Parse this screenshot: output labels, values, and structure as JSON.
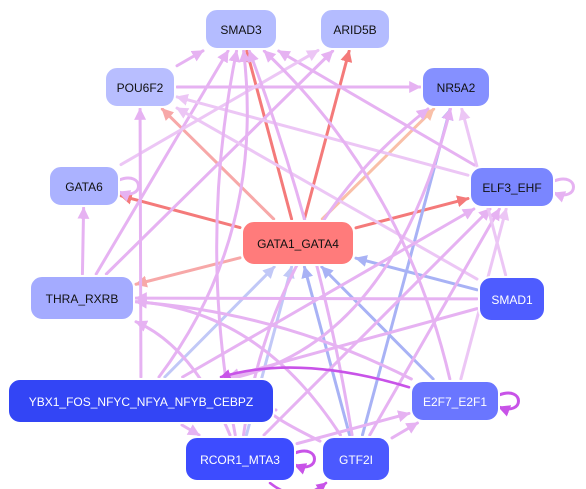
{
  "graph": {
    "nodes": [
      {
        "id": "SMAD3",
        "label": "SMAD3",
        "fill": "#b4bcff",
        "text": "#111111"
      },
      {
        "id": "ARID5B",
        "label": "ARID5B",
        "fill": "#b4bcff",
        "text": "#111111"
      },
      {
        "id": "POU6F2",
        "label": "POU6F2",
        "fill": "#b8beff",
        "text": "#111111"
      },
      {
        "id": "NR5A2",
        "label": "NR5A2",
        "fill": "#8590ff",
        "text": "#111111"
      },
      {
        "id": "GATA6",
        "label": "GATA6",
        "fill": "#abb2ff",
        "text": "#111111"
      },
      {
        "id": "ELF3_EHF",
        "label": "ELF3_EHF",
        "fill": "#7a86ff",
        "text": "#111111"
      },
      {
        "id": "GATA1_GATA4",
        "label": "GATA1_GATA4",
        "fill": "#ff7b7b",
        "text": "#111111"
      },
      {
        "id": "THRA_RXRB",
        "label": "THRA_RXRB",
        "fill": "#a4abff",
        "text": "#111111"
      },
      {
        "id": "SMAD1",
        "label": "SMAD1",
        "fill": "#4e5cff",
        "text": "#ffffff"
      },
      {
        "id": "YBX1",
        "label": "YBX1_FOS_NFYC_NFYA_NFYB_CEBPZ",
        "fill": "#3345f5",
        "text": "#ffffff"
      },
      {
        "id": "E2F7_E2F1",
        "label": "E2F7_E2F1",
        "fill": "#6a76ff",
        "text": "#ffffff"
      },
      {
        "id": "RCOR1_MTA3",
        "label": "RCOR1_MTA3",
        "fill": "#3d4cff",
        "text": "#ffffff"
      },
      {
        "id": "GTF2I",
        "label": "GTF2I",
        "fill": "#4b59ff",
        "text": "#ffffff"
      }
    ],
    "edges": [
      {
        "from": "GATA1_GATA4",
        "to": "ARID5B",
        "kind": "red",
        "curve": 0
      },
      {
        "from": "GATA1_GATA4",
        "to": "SMAD3",
        "kind": "red",
        "curve": 0
      },
      {
        "from": "GATA1_GATA4",
        "to": "POU6F2",
        "kind": "red-light",
        "curve": 0
      },
      {
        "from": "GATA1_GATA4",
        "to": "GATA6",
        "kind": "red",
        "curve": 0
      },
      {
        "from": "GATA1_GATA4",
        "to": "ELF3_EHF",
        "kind": "red",
        "curve": 0
      },
      {
        "from": "GATA1_GATA4",
        "to": "THRA_RXRB",
        "kind": "red-light",
        "curve": 0
      },
      {
        "from": "GATA1_GATA4",
        "to": "NR5A2",
        "kind": "orange-light",
        "curve": 0
      },
      {
        "from": "SMAD1",
        "to": "GATA1_GATA4",
        "kind": "blue",
        "curve": 0
      },
      {
        "from": "GTF2I",
        "to": "GATA1_GATA4",
        "kind": "blue",
        "curve": 0
      },
      {
        "from": "YBX1",
        "to": "GATA1_GATA4",
        "kind": "blue-light",
        "curve": 0
      },
      {
        "from": "E2F7_E2F1",
        "to": "GATA1_GATA4",
        "kind": "blue",
        "curve": 0
      },
      {
        "from": "GTF2I",
        "to": "NR5A2",
        "kind": "blue",
        "curve": 0
      },
      {
        "from": "RCOR1_MTA3",
        "to": "GATA1_GATA4",
        "kind": "blue-light",
        "curve": 0
      },
      {
        "from": "POU6F2",
        "to": "NR5A2",
        "kind": "violet",
        "curve": 0
      },
      {
        "from": "POU6F2",
        "to": "SMAD3",
        "kind": "violet",
        "curve": 0
      },
      {
        "from": "THRA_RXRB",
        "to": "GATA6",
        "kind": "violet",
        "curve": 0
      },
      {
        "from": "THRA_RXRB",
        "to": "SMAD3",
        "kind": "violet",
        "curve": 0
      },
      {
        "from": "THRA_RXRB",
        "to": "ARID5B",
        "kind": "violet",
        "curve": 0
      },
      {
        "from": "ELF3_EHF",
        "to": "SMAD3",
        "kind": "violet",
        "curve": 0
      },
      {
        "from": "ELF3_EHF",
        "to": "POU6F2",
        "kind": "violet-light",
        "curve": 0
      },
      {
        "from": "SMAD1",
        "to": "POU6F2",
        "kind": "violet-light",
        "curve": 0
      },
      {
        "from": "SMAD1",
        "to": "THRA_RXRB",
        "kind": "violet",
        "curve": 0
      },
      {
        "from": "SMAD1",
        "to": "YBX1",
        "kind": "violet",
        "curve": 0
      },
      {
        "from": "GATA6",
        "to": "ARID5B",
        "kind": "violet-light",
        "curve": 0
      },
      {
        "from": "YBX1",
        "to": "POU6F2",
        "kind": "violet",
        "curve": 0
      },
      {
        "from": "YBX1",
        "to": "ELF3_EHF",
        "kind": "violet",
        "curve": 0
      },
      {
        "from": "YBX1",
        "to": "NR5A2",
        "kind": "violet",
        "curve": 0.3
      },
      {
        "from": "YBX1",
        "to": "SMAD3",
        "kind": "violet",
        "curve": 0.2
      },
      {
        "from": "E2F7_E2F1",
        "to": "ELF3_EHF",
        "kind": "violet-light",
        "curve": 0
      },
      {
        "from": "E2F7_E2F1",
        "to": "SMAD3",
        "kind": "violet",
        "curve": 0.15
      },
      {
        "from": "RCOR1_MTA3",
        "to": "THRA_RXRB",
        "kind": "violet",
        "curve": 0.2
      },
      {
        "from": "RCOR1_MTA3",
        "to": "ELF3_EHF",
        "kind": "violet",
        "curve": 0
      },
      {
        "from": "RCOR1_MTA3",
        "to": "SMAD3",
        "kind": "violet",
        "curve": -0.1
      },
      {
        "from": "RCOR1_MTA3",
        "to": "NR5A2",
        "kind": "violet",
        "curve": -0.2
      },
      {
        "from": "GTF2I",
        "to": "THRA_RXRB",
        "kind": "violet",
        "curve": 0.25
      },
      {
        "from": "GTF2I",
        "to": "SMAD3",
        "kind": "violet",
        "curve": 0.05
      },
      {
        "from": "GTF2I",
        "to": "ELF3_EHF",
        "kind": "violet",
        "curve": 0
      },
      {
        "from": "GTF2I",
        "to": "E2F7_E2F1",
        "kind": "violet",
        "curve": 0
      },
      {
        "from": "GTF2I",
        "to": "YBX1",
        "kind": "violet",
        "curve": 0.1
      },
      {
        "from": "E2F7_E2F1",
        "to": "YBX1",
        "kind": "violet-dark",
        "curve": 0.15
      },
      {
        "from": "RCOR1_MTA3",
        "to": "GTF2I",
        "kind": "violet-dark",
        "curve": 0.4
      },
      {
        "from": "E2F7_E2F1",
        "to": "THRA_RXRB",
        "kind": "violet",
        "curve": 0.1
      },
      {
        "from": "YBX1",
        "to": "RCOR1_MTA3",
        "kind": "violet",
        "curve": 0
      },
      {
        "from": "RCOR1_MTA3",
        "to": "E2F7_E2F1",
        "kind": "violet",
        "curve": 0
      },
      {
        "from": "SMAD1",
        "to": "NR5A2",
        "kind": "violet-light",
        "curve": 0
      }
    ],
    "self_loops": [
      "GATA6",
      "ELF3_EHF",
      "E2F7_E2F1",
      "RCOR1_MTA3"
    ],
    "edge_colors": {
      "red": "#f47a7a",
      "red-light": "#f7a8a8",
      "orange-light": "#f9c0a8",
      "blue": "#a8b2f5",
      "blue-light": "#c1c8f7",
      "violet": "#e6b2f2",
      "violet-light": "#ecc6f5",
      "violet-dark": "#c853e8"
    }
  }
}
